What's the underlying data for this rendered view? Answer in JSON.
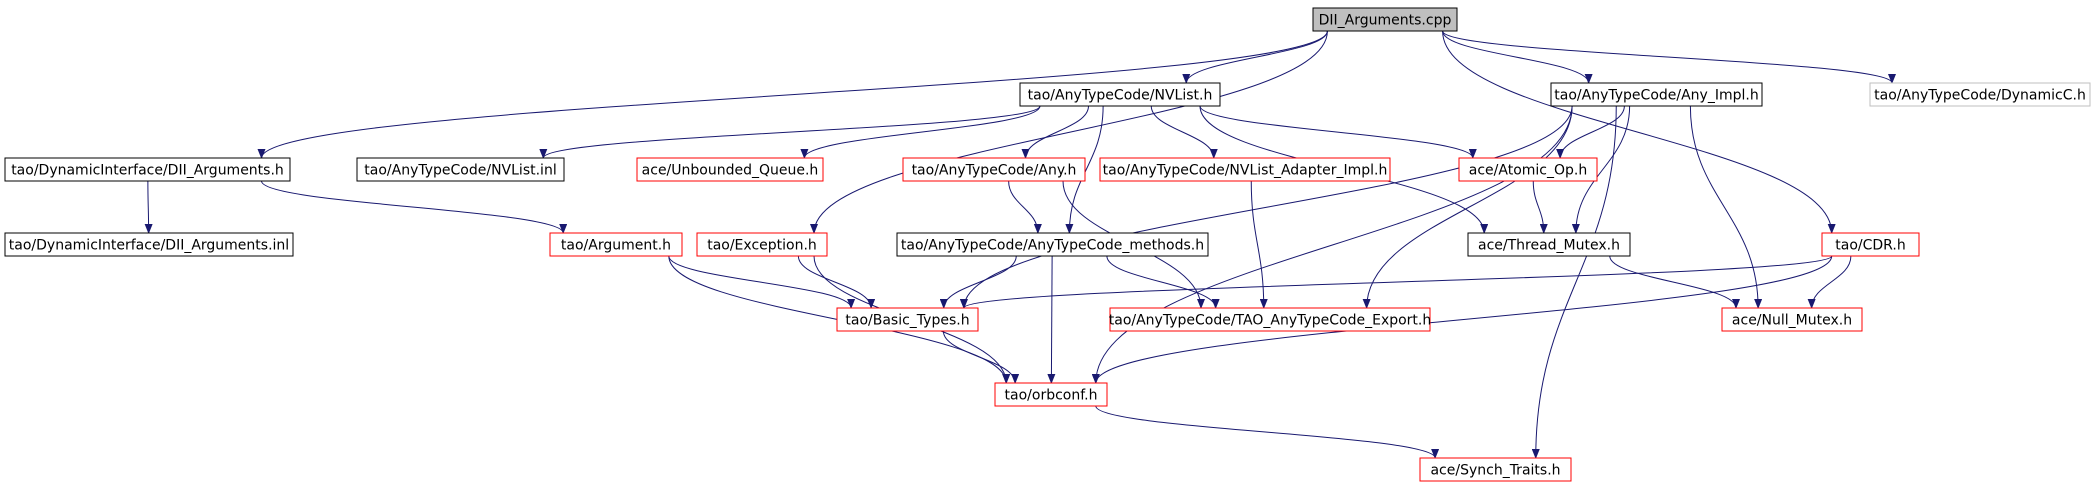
{
  "diagram": {
    "nodes": [
      {
        "id": "root",
        "label": "DII_Arguments.cpp",
        "style": "root"
      },
      {
        "id": "nvlist_h",
        "label": "tao/AnyTypeCode/NVList.h",
        "style": "black"
      },
      {
        "id": "any_impl_h",
        "label": "tao/AnyTypeCode/Any_Impl.h",
        "style": "black"
      },
      {
        "id": "dynamicc_h",
        "label": "tao/AnyTypeCode/DynamicC.h",
        "style": "gray"
      },
      {
        "id": "dii_args_h",
        "label": "tao/DynamicInterface/DII_Arguments.h",
        "style": "black"
      },
      {
        "id": "nvlist_inl",
        "label": "tao/AnyTypeCode/NVList.inl",
        "style": "black"
      },
      {
        "id": "unbounded_queue",
        "label": "ace/Unbounded_Queue.h",
        "style": "red"
      },
      {
        "id": "any_h",
        "label": "tao/AnyTypeCode/Any.h",
        "style": "red"
      },
      {
        "id": "nvlist_adapter",
        "label": "tao/AnyTypeCode/NVList_Adapter_Impl.h",
        "style": "red"
      },
      {
        "id": "atomic_op",
        "label": "ace/Atomic_Op.h",
        "style": "red"
      },
      {
        "id": "dii_args_inl",
        "label": "tao/DynamicInterface/DII_Arguments.inl",
        "style": "black"
      },
      {
        "id": "argument_h",
        "label": "tao/Argument.h",
        "style": "red"
      },
      {
        "id": "exception_h",
        "label": "tao/Exception.h",
        "style": "red"
      },
      {
        "id": "atc_methods",
        "label": "tao/AnyTypeCode/AnyTypeCode_methods.h",
        "style": "black"
      },
      {
        "id": "thread_mutex",
        "label": "ace/Thread_Mutex.h",
        "style": "black"
      },
      {
        "id": "cdr_h",
        "label": "tao/CDR.h",
        "style": "red"
      },
      {
        "id": "basic_types",
        "label": "tao/Basic_Types.h",
        "style": "red"
      },
      {
        "id": "atc_export",
        "label": "tao/AnyTypeCode/TAO_AnyTypeCode_Export.h",
        "style": "red"
      },
      {
        "id": "null_mutex",
        "label": "ace/Null_Mutex.h",
        "style": "red"
      },
      {
        "id": "orbconf",
        "label": "tao/orbconf.h",
        "style": "red"
      },
      {
        "id": "synch_traits",
        "label": "ace/Synch_Traits.h",
        "style": "red"
      }
    ],
    "edges": [
      [
        "root",
        "nvlist_h"
      ],
      [
        "root",
        "any_impl_h"
      ],
      [
        "root",
        "dynamicc_h"
      ],
      [
        "root",
        "dii_args_h"
      ],
      [
        "root",
        "exception_h"
      ],
      [
        "root",
        "cdr_h"
      ],
      [
        "dii_args_h",
        "dii_args_inl"
      ],
      [
        "dii_args_h",
        "argument_h"
      ],
      [
        "nvlist_h",
        "nvlist_inl"
      ],
      [
        "nvlist_h",
        "unbounded_queue"
      ],
      [
        "nvlist_h",
        "any_h"
      ],
      [
        "nvlist_h",
        "nvlist_adapter"
      ],
      [
        "nvlist_h",
        "atomic_op"
      ],
      [
        "nvlist_h",
        "thread_mutex"
      ],
      [
        "nvlist_h",
        "atc_methods"
      ],
      [
        "any_impl_h",
        "basic_types"
      ],
      [
        "any_impl_h",
        "atomic_op"
      ],
      [
        "any_impl_h",
        "thread_mutex"
      ],
      [
        "any_impl_h",
        "atc_export"
      ],
      [
        "any_impl_h",
        "null_mutex"
      ],
      [
        "any_impl_h",
        "orbconf"
      ],
      [
        "any_impl_h",
        "synch_traits"
      ],
      [
        "any_h",
        "atc_methods"
      ],
      [
        "any_h",
        "atc_export"
      ],
      [
        "nvlist_adapter",
        "atc_export"
      ],
      [
        "atomic_op",
        "thread_mutex"
      ],
      [
        "argument_h",
        "basic_types"
      ],
      [
        "argument_h",
        "orbconf"
      ],
      [
        "exception_h",
        "basic_types"
      ],
      [
        "exception_h",
        "orbconf"
      ],
      [
        "atc_methods",
        "basic_types"
      ],
      [
        "atc_methods",
        "atc_export"
      ],
      [
        "atc_methods",
        "orbconf"
      ],
      [
        "thread_mutex",
        "null_mutex"
      ],
      [
        "cdr_h",
        "basic_types"
      ],
      [
        "cdr_h",
        "null_mutex"
      ],
      [
        "cdr_h",
        "orbconf"
      ],
      [
        "basic_types",
        "orbconf"
      ],
      [
        "orbconf",
        "synch_traits"
      ]
    ]
  },
  "colors": {
    "edge": "#191970",
    "black_border": "#000000",
    "red_border": "#ff0000",
    "gray_border": "#bfbfbf",
    "root_fill": "#bfbfbf",
    "text": "#000000"
  }
}
